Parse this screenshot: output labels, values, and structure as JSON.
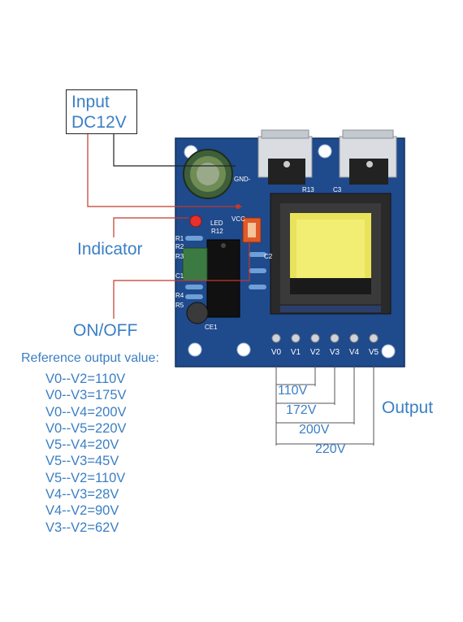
{
  "input_box": {
    "line1": "Input",
    "line2": "DC12V"
  },
  "labels": {
    "indicator": "Indicator",
    "onoff": "ON/OFF",
    "output": "Output"
  },
  "reference": {
    "title": "Reference output value:",
    "values": [
      "V0--V2=110V",
      "V0--V3=175V",
      "V0--V4=200V",
      "V0--V5=220V",
      "V5--V4=20V",
      "V5--V3=45V",
      "V5--V2=110V",
      "V4--V3=28V",
      "V4--V2=90V",
      "V3--V2=62V"
    ]
  },
  "measurements": [
    "110V",
    "172V",
    "200V",
    "220V"
  ],
  "board": {
    "terminals": [
      "V0",
      "V1",
      "V2",
      "V3",
      "V4",
      "V5"
    ],
    "silkscreen": {
      "gnd": "GND-",
      "vcc": "VCC",
      "led": "LED",
      "ce1": "CE1",
      "r13": "R13",
      "r12": "R12",
      "c3": "C3",
      "r1": "R1",
      "r2": "R2",
      "r3": "R3",
      "c1": "C1",
      "r4": "R4",
      "r5": "R5",
      "c2": "C2"
    }
  },
  "colors": {
    "label_blue": "#3b7fc4",
    "board": "#1f4a8c",
    "line_red": "#c0392b",
    "line_black": "#222222"
  }
}
